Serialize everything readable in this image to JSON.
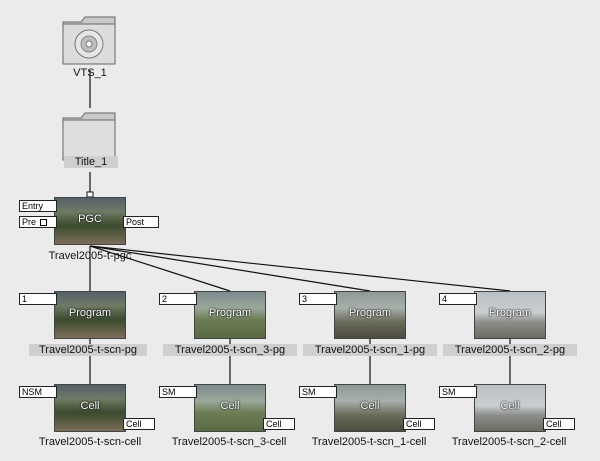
{
  "root": {
    "label": "VTS_1",
    "icon": "disc-folder-icon"
  },
  "title": {
    "label": "Title_1",
    "icon": "folder-icon"
  },
  "pgc": {
    "caption": "PGC",
    "label": "Travel2005-t-pgc",
    "entry_tag": "Entry",
    "pre_tag": "Pre",
    "post_tag": "Post"
  },
  "programs": [
    {
      "number": "1",
      "caption": "Program",
      "label": "Travel2005-t-scn-pg"
    },
    {
      "number": "2",
      "caption": "Program",
      "label": "Travel2005-t-scn_3-pg"
    },
    {
      "number": "3",
      "caption": "Program",
      "label": "Travel2005-t-scn_1-pg"
    },
    {
      "number": "4",
      "caption": "Program",
      "label": "Travel2005-t-scn_2-pg"
    }
  ],
  "cells": [
    {
      "tag": "NSM",
      "caption": "Cell",
      "cell_tag": "Cell",
      "label": "Travel2005-t-scn-cell"
    },
    {
      "tag": "SM",
      "caption": "Cell",
      "cell_tag": "Cell",
      "label": "Travel2005-t-scn_3-cell"
    },
    {
      "tag": "SM",
      "caption": "Cell",
      "cell_tag": "Cell",
      "label": "Travel2005-t-scn_1-cell"
    },
    {
      "tag": "SM",
      "caption": "Cell",
      "cell_tag": "Cell",
      "label": "Travel2005-t-scn_2-cell"
    }
  ]
}
